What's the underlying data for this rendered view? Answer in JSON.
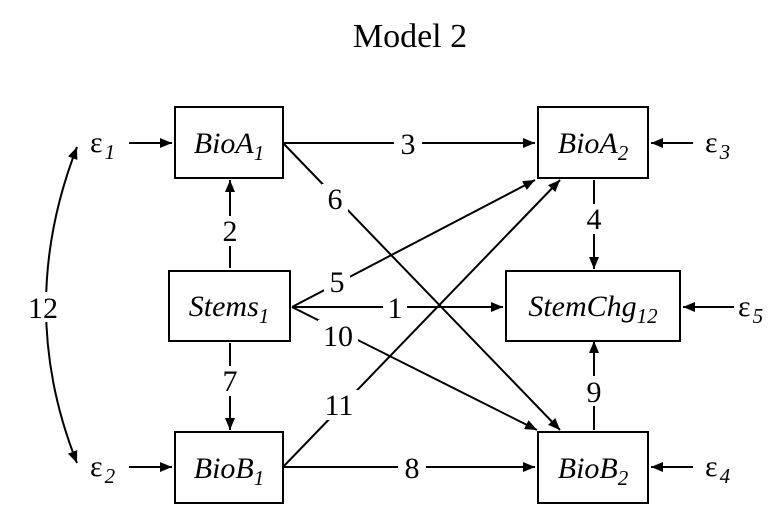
{
  "title": "Model 2",
  "nodes": {
    "bioa1": {
      "base": "BioA",
      "sub": "1"
    },
    "bioa2": {
      "base": "BioA",
      "sub": "2"
    },
    "stems1": {
      "base": "Stems",
      "sub": "1"
    },
    "stemchg": {
      "base": "StemChg",
      "sub": "12"
    },
    "biob1": {
      "base": "BioB",
      "sub": "1"
    },
    "biob2": {
      "base": "BioB",
      "sub": "2"
    }
  },
  "errors": {
    "e1": {
      "symbol": "ε",
      "sub": "1"
    },
    "e2": {
      "symbol": "ε",
      "sub": "2"
    },
    "e3": {
      "symbol": "ε",
      "sub": "3"
    },
    "e4": {
      "symbol": "ε",
      "sub": "4"
    },
    "e5": {
      "symbol": "ε",
      "sub": "5"
    }
  },
  "paths": {
    "p1": "1",
    "p2": "2",
    "p3": "3",
    "p4": "4",
    "p5": "5",
    "p6": "6",
    "p7": "7",
    "p8": "8",
    "p9": "9",
    "p10": "10",
    "p11": "11",
    "p12": "12"
  }
}
